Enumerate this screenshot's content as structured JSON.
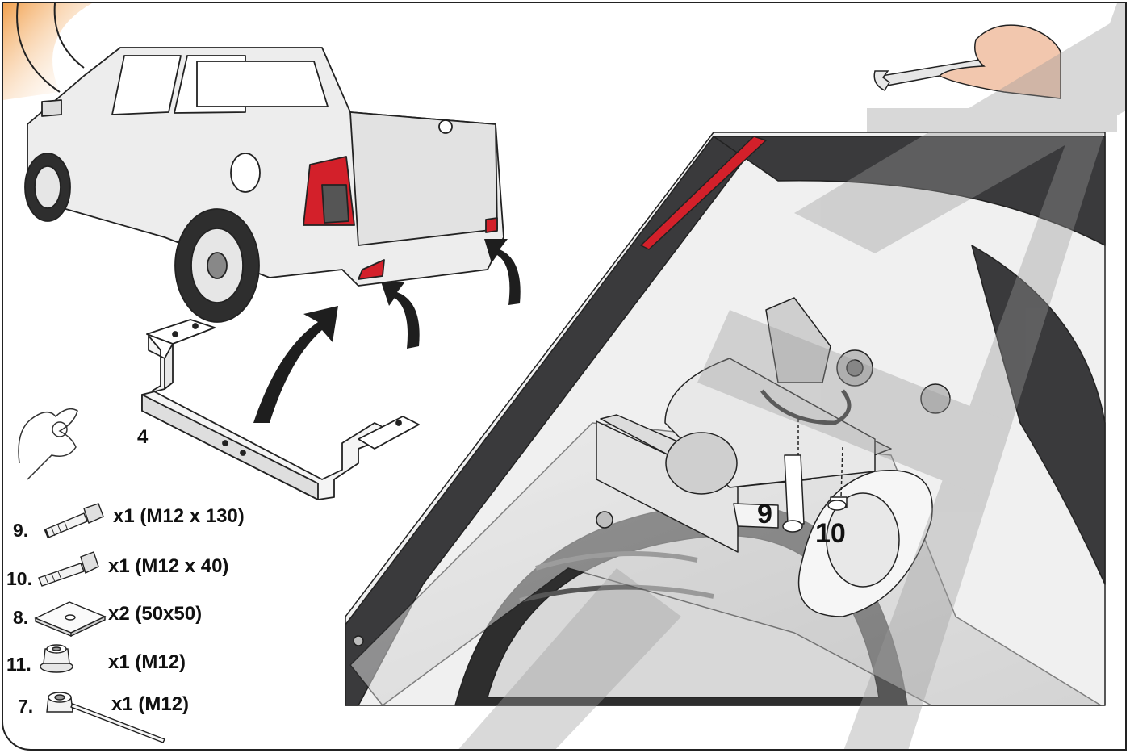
{
  "bracket_label": "4",
  "callouts": {
    "bolt_a": "9",
    "bolt_b": "10"
  },
  "parts": [
    {
      "number": "9.",
      "spec": "x1 (M12 x 130)",
      "icon": "long-bolt-icon"
    },
    {
      "number": "10.",
      "spec": "x1 (M12 x 40)",
      "icon": "short-bolt-icon"
    },
    {
      "number": "8.",
      "spec": "x2 (50x50)",
      "icon": "square-washer-icon"
    },
    {
      "number": "11.",
      "spec": "x1 (M12)",
      "icon": "flange-nut-icon"
    },
    {
      "number": "7.",
      "spec": "x1 (M12)",
      "icon": "nut-with-wire-icon"
    }
  ],
  "colors": {
    "accent_orange": "#f0963a",
    "taillight_red": "#d3202a",
    "watermark_gray": "#9a9a9a",
    "dark_panel": "#3a3a3c"
  }
}
